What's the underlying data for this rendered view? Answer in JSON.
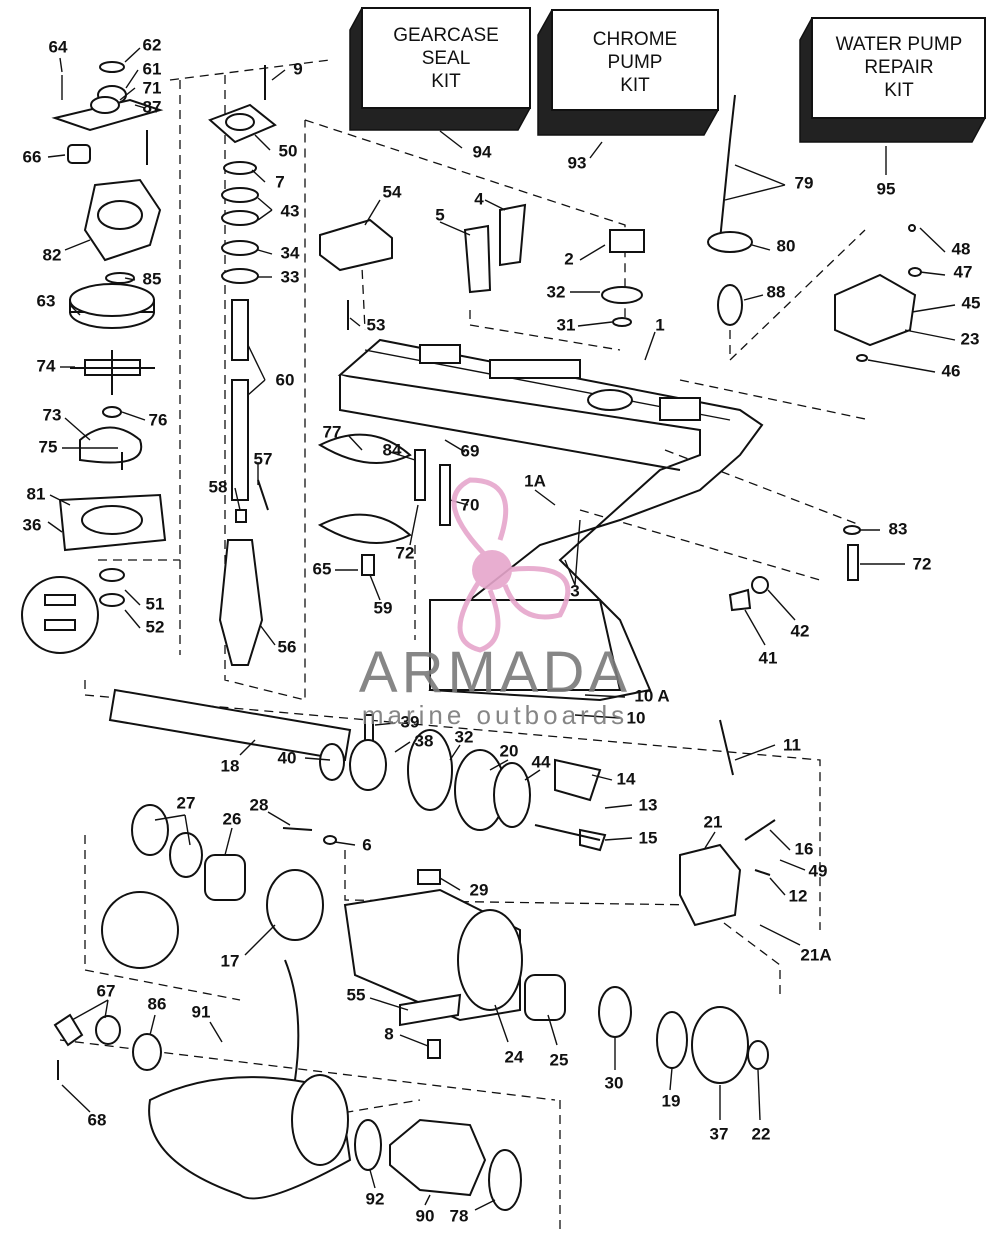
{
  "kits": [
    {
      "lines": [
        "GEARCASE",
        "SEAL",
        "KIT"
      ],
      "number": "94"
    },
    {
      "lines": [
        "CHROME",
        "PUMP",
        "KIT"
      ],
      "number": "93"
    },
    {
      "lines": [
        "WATER PUMP",
        "REPAIR",
        "KIT"
      ],
      "number": "95"
    }
  ],
  "callouts": [
    "64",
    "62",
    "61",
    "71",
    "87",
    "66",
    "82",
    "85",
    "63",
    "74",
    "76",
    "73",
    "75",
    "81",
    "36",
    "51",
    "52",
    "9",
    "50",
    "7",
    "43",
    "34",
    "33",
    "60",
    "57",
    "58",
    "56",
    "54",
    "53",
    "5",
    "4",
    "2",
    "32",
    "31",
    "1",
    "79",
    "80",
    "88",
    "48",
    "47",
    "45",
    "23",
    "46",
    "77",
    "84",
    "69",
    "70",
    "72",
    "65",
    "59",
    "1A",
    "3",
    "83",
    "72",
    "41",
    "42",
    "10 A",
    "10",
    "39",
    "38",
    "32",
    "20",
    "44",
    "14",
    "13",
    "15",
    "11",
    "18",
    "40",
    "27",
    "28",
    "26",
    "6",
    "17",
    "29",
    "21",
    "16",
    "49",
    "12",
    "21A",
    "67",
    "86",
    "91",
    "55",
    "8",
    "24",
    "25",
    "30",
    "19",
    "37",
    "22",
    "68",
    "92",
    "90",
    "78"
  ],
  "watermark": {
    "brand": "ARMADA",
    "tagline": "marine outboards",
    "color": "#e6a6cc"
  }
}
